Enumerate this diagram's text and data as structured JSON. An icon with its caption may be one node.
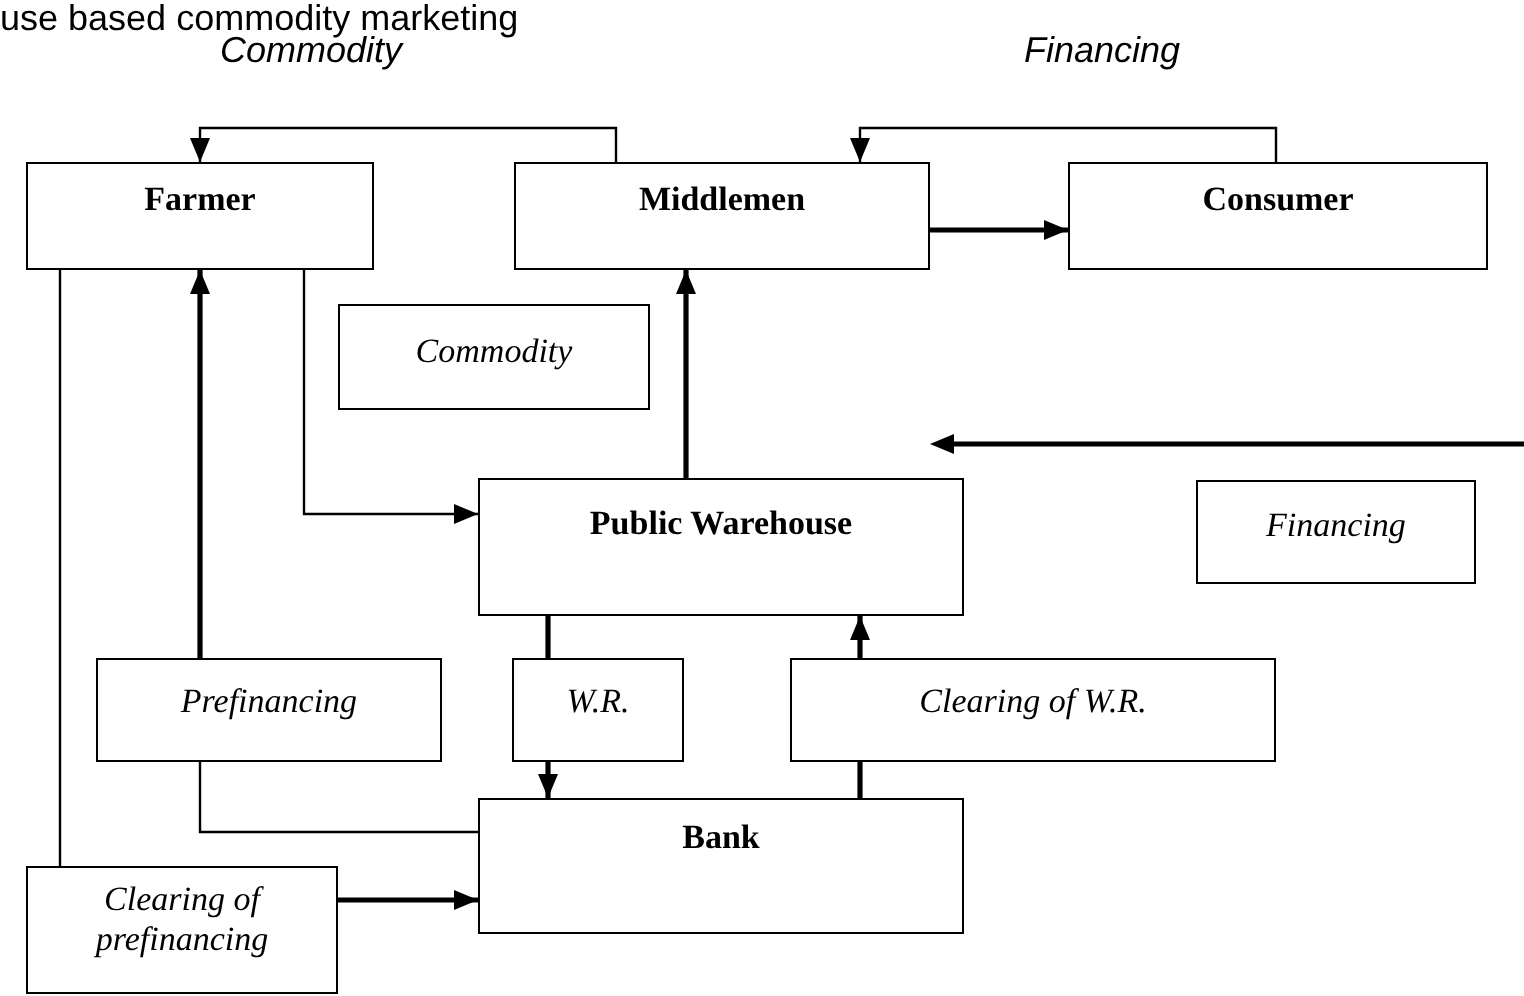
{
  "diagram": {
    "nodes": [
      {
        "text": [
          "Farmer"
        ]
      },
      {
        "text": [
          "Middlemen"
        ]
      },
      {
        "text": [
          "Consumer"
        ]
      },
      {
        "text": [
          "Commodity"
        ]
      },
      {
        "text": [
          "Public Warehouse"
        ]
      },
      {
        "text": [
          "Financing"
        ]
      },
      {
        "text": [
          "Prefinancing"
        ]
      },
      {
        "text": [
          "W.R."
        ]
      },
      {
        "text": [
          "Clearing of W.R."
        ]
      },
      {
        "text": [
          "Bank"
        ]
      },
      {
        "text": [
          "Clearing of prefinancing"
        ]
      }
    ],
    "edges": [
      {
        "from": 1,
        "to": 0,
        "arrow": "to"
      },
      {
        "from": 2,
        "to": 1,
        "arrow": "to"
      },
      {
        "from": 1,
        "to": 2,
        "arrow": "to"
      },
      {
        "from": 0,
        "to": 4,
        "arrow": "to"
      },
      {
        "from": 4,
        "to": 1,
        "arrow": "to"
      },
      {
        "from": 9,
        "to": 6,
        "arrow": "none"
      },
      {
        "from": 6,
        "to": 0,
        "arrow": "to"
      },
      {
        "from": 4,
        "to": 7,
        "arrow": "none"
      },
      {
        "from": 7,
        "to": 9,
        "arrow": "to"
      },
      {
        "from": 9,
        "to": 8,
        "arrow": "none"
      },
      {
        "from": 8,
        "to": 4,
        "arrow": "to"
      },
      {
        "from": 0,
        "to": 10,
        "arrow": "none"
      },
      {
        "from": 10,
        "to": 9,
        "arrow": "to"
      }
    ],
    "labels": [
      "use based commodity marketing",
      "Commodity",
      "Financing"
    ]
  }
}
